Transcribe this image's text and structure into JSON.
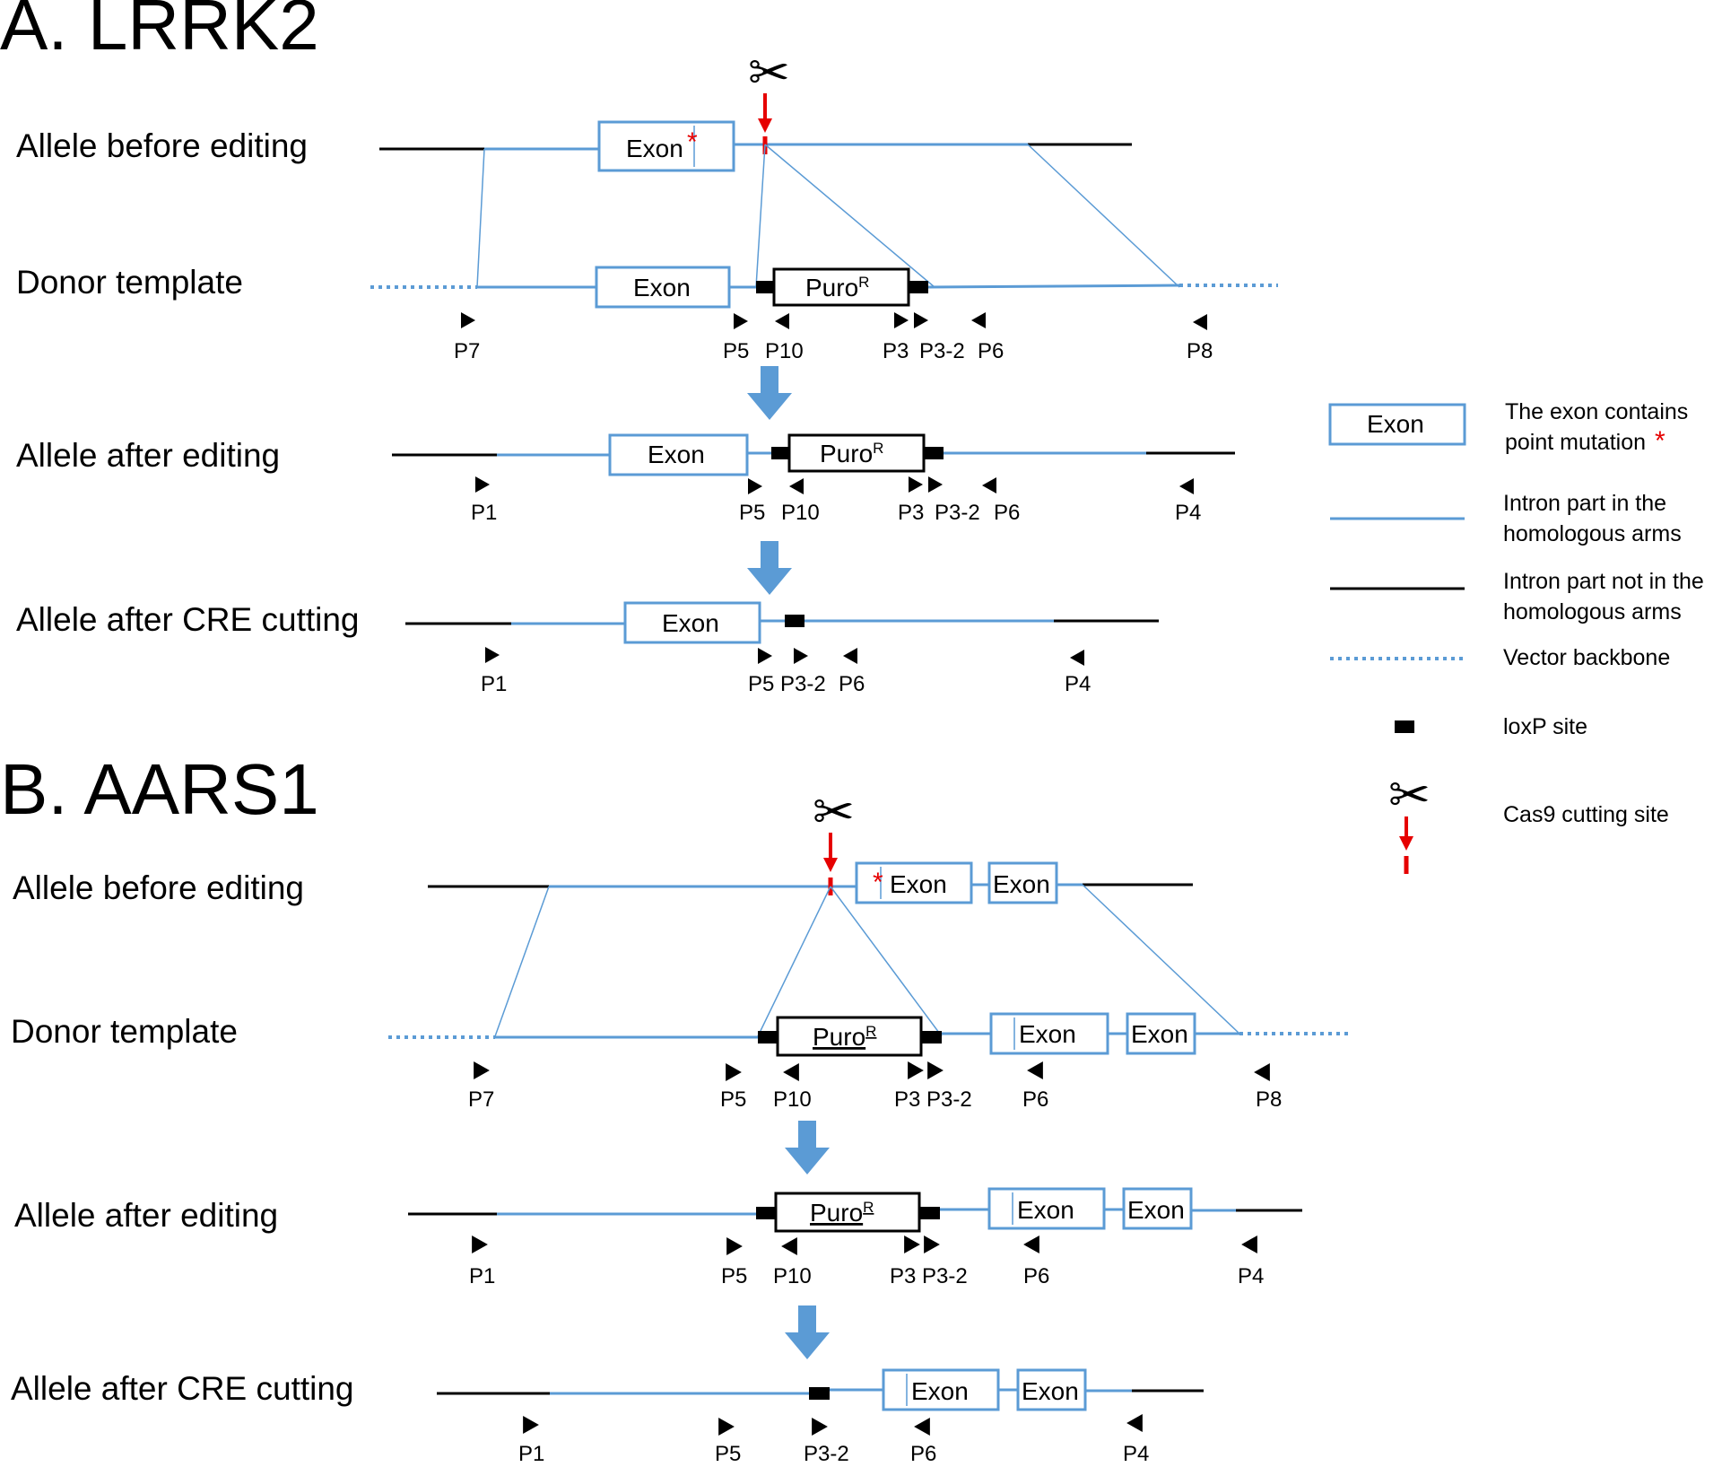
{
  "colors": {
    "homology": "#5b9bd5",
    "non_homology": "#000000",
    "vector": "#5b9bd5",
    "cut_site": "#e60000",
    "flow_arrow": "#5b9bd5"
  },
  "icons": {
    "cut": "scissors-icon",
    "flow": "arrow-down-icon"
  },
  "common": {
    "exon": "Exon",
    "puro": "Puro",
    "puro_sup": "R"
  },
  "panelA": {
    "title": "A. LRRK2",
    "row1": "Allele before editing",
    "row2": "Donor template",
    "row3": "Allele after editing",
    "row4": "Allele after CRE cutting",
    "r2": {
      "p7": "P7",
      "p5": "P5",
      "p10": "P10",
      "p3": "P3",
      "p32": "P3-2",
      "p6": "P6",
      "p8": "P8"
    },
    "r3": {
      "p1": "P1",
      "p5": "P5",
      "p10": "P10",
      "p3": "P3",
      "p32": "P3-2",
      "p6": "P6",
      "p4": "P4"
    },
    "r4": {
      "p1": "P1",
      "p5": "P5",
      "p32": "P3-2",
      "p6": "P6",
      "p4": "P4"
    }
  },
  "panelB": {
    "title": "B. AARS1",
    "row1": "Allele before editing",
    "row2": "Donor template",
    "row3": "Allele after editing",
    "row4": "Allele after CRE cutting",
    "r2": {
      "p7": "P7",
      "p5": "P5",
      "p10": "P10",
      "p3p32": "P3 P3-2",
      "p6": "P6",
      "p8": "P8"
    },
    "r3": {
      "p1": "P1",
      "p5": "P5",
      "p10": "P10",
      "p3p32": "P3 P3-2",
      "p6": "P6",
      "p4": "P4"
    },
    "r4": {
      "p1": "P1",
      "p5": "P5",
      "p32": "P3-2",
      "p6": "P6",
      "p4": "P4"
    }
  },
  "legend": {
    "exon_line1": "The exon contains",
    "exon_line2": "point mutation",
    "homology_line1": "Intron part in the",
    "homology_line2": "homologous arms",
    "nonhomology_line1": "Intron part not in the",
    "nonhomology_line2": "homologous arms",
    "vector": "Vector backbone",
    "loxp": "loxP site",
    "cas9": "Cas9 cutting site"
  }
}
